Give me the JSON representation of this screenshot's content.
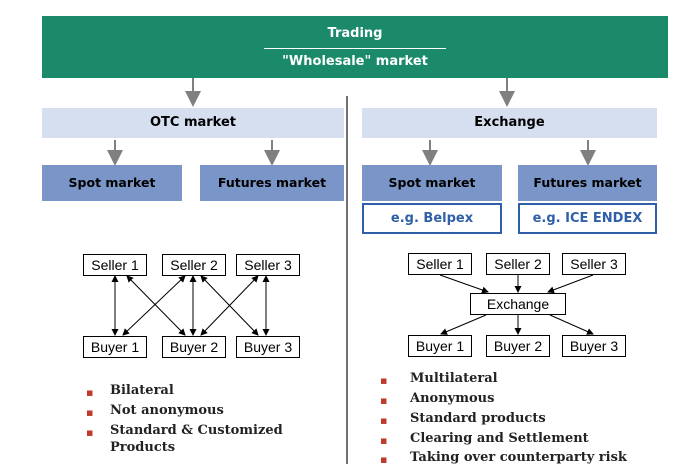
{
  "top": {
    "line1": "Trading",
    "line2": "\"Wholesale\" market"
  },
  "otc": {
    "title": "OTC market",
    "spot": "Spot market",
    "futures": "Futures market",
    "sellers": [
      "Seller 1",
      "Seller 2",
      "Seller 3"
    ],
    "buyers": [
      "Buyer 1",
      "Buyer 2",
      "Buyer 3"
    ],
    "bullets": [
      "Bilateral",
      "Not anonymous",
      "Standard & Customized",
      "Products"
    ]
  },
  "exchange": {
    "title": "Exchange",
    "spot": "Spot market",
    "futures": "Futures market",
    "spot_example": "e.g. Belpex",
    "futures_example": "e.g. ICE ENDEX",
    "sellers": [
      "Seller 1",
      "Seller 2",
      "Seller 3"
    ],
    "hub": "Exchange",
    "buyers": [
      "Buyer 1",
      "Buyer 2",
      "Buyer 3"
    ],
    "bullets": [
      "Multilateral",
      "Anonymous",
      "Standard products",
      "Clearing and Settlement",
      "Taking over counterparty risk"
    ]
  },
  "colors": {
    "header": "#1b8a6b",
    "light_box": "#d5dff0",
    "mid_box": "#7a95c7",
    "example_border": "#2f5fa8",
    "bullet": "#c0392b"
  }
}
